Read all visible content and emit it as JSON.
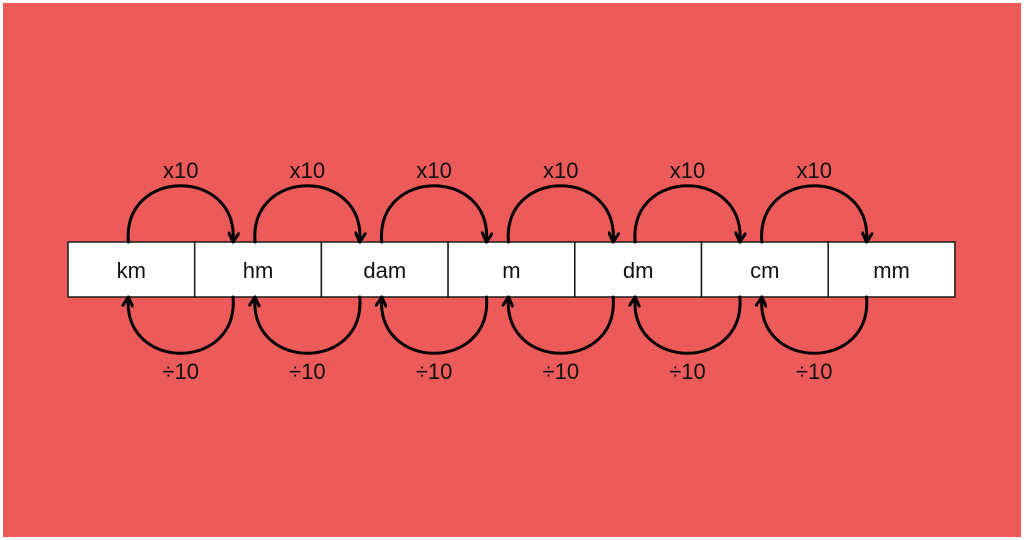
{
  "units": [
    "km",
    "hm",
    "dam",
    "m",
    "dm",
    "cm",
    "mm"
  ],
  "multiply_label": "x10",
  "divide_label": "÷10",
  "colors": {
    "background": "#ec5a5a",
    "box_fill": "#ffffff",
    "stroke": "#000000",
    "text": "#111111"
  }
}
